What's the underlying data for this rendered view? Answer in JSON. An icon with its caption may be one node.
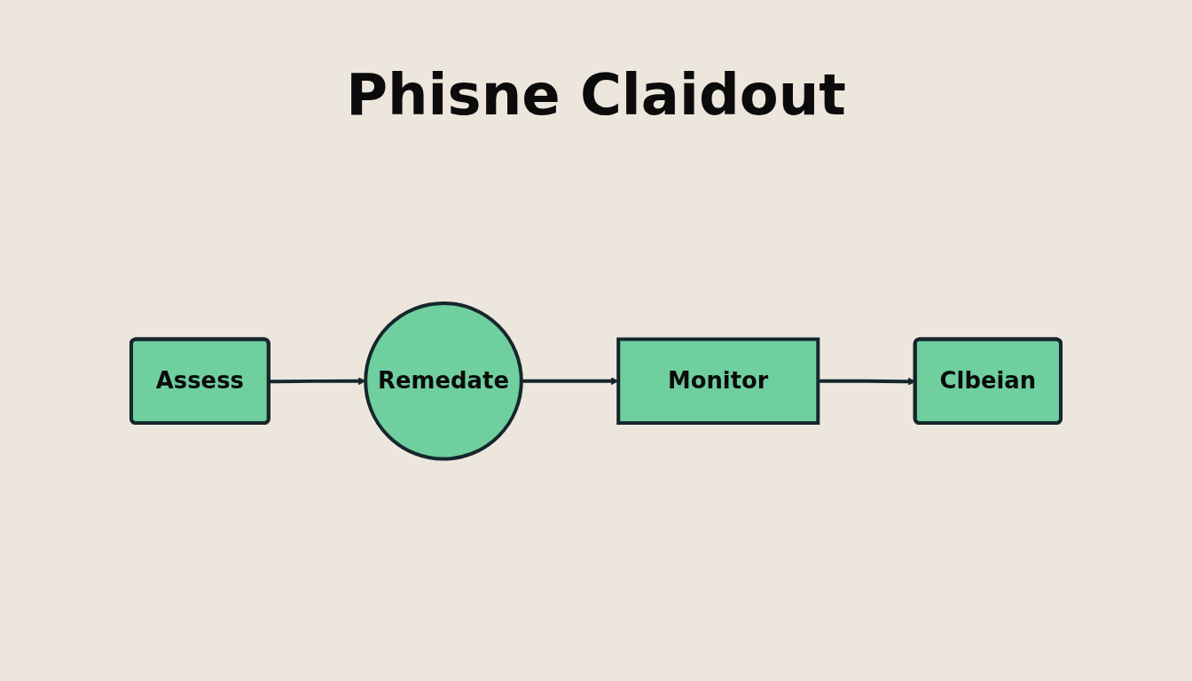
{
  "diagram": {
    "title": "Phisne Claidout",
    "nodes": [
      {
        "text": [
          "Assess"
        ]
      },
      {
        "text": [
          "Remedate"
        ]
      },
      {
        "text": [
          "Monitor"
        ]
      },
      {
        "text": [
          "Clbeian"
        ]
      }
    ],
    "edges": [
      {
        "from": 0,
        "to": 1,
        "arrow": "to"
      },
      {
        "from": 1,
        "to": 2,
        "arrow": "to"
      },
      {
        "from": 2,
        "to": 3,
        "arrow": "to"
      }
    ]
  }
}
